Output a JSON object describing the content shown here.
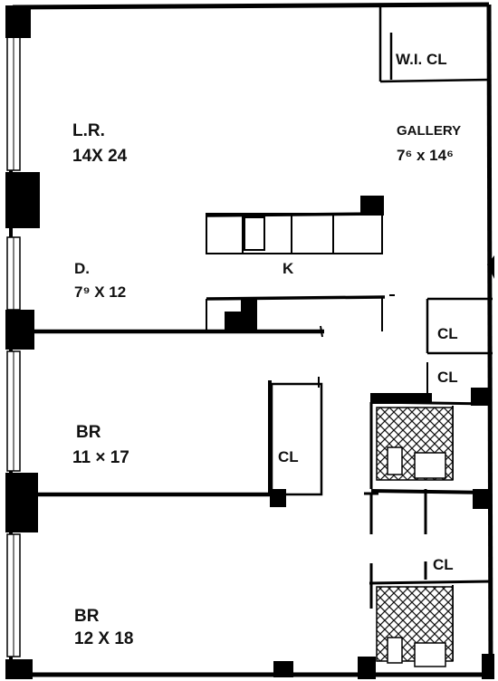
{
  "plan": {
    "rooms": [
      {
        "name": "L.R.",
        "dims": "14X 24"
      },
      {
        "name": "GALLERY",
        "dims": "7⁶ x 14⁶"
      },
      {
        "name": "D.",
        "dims": "7⁹ X 12"
      },
      {
        "name": "K",
        "dims": ""
      },
      {
        "name": "BR",
        "dims": "11 × 17"
      },
      {
        "name": "BR",
        "dims": "12 X 18"
      }
    ],
    "closets": [
      "W.I. CL",
      "CL",
      "CL",
      "CL",
      "CL"
    ]
  }
}
